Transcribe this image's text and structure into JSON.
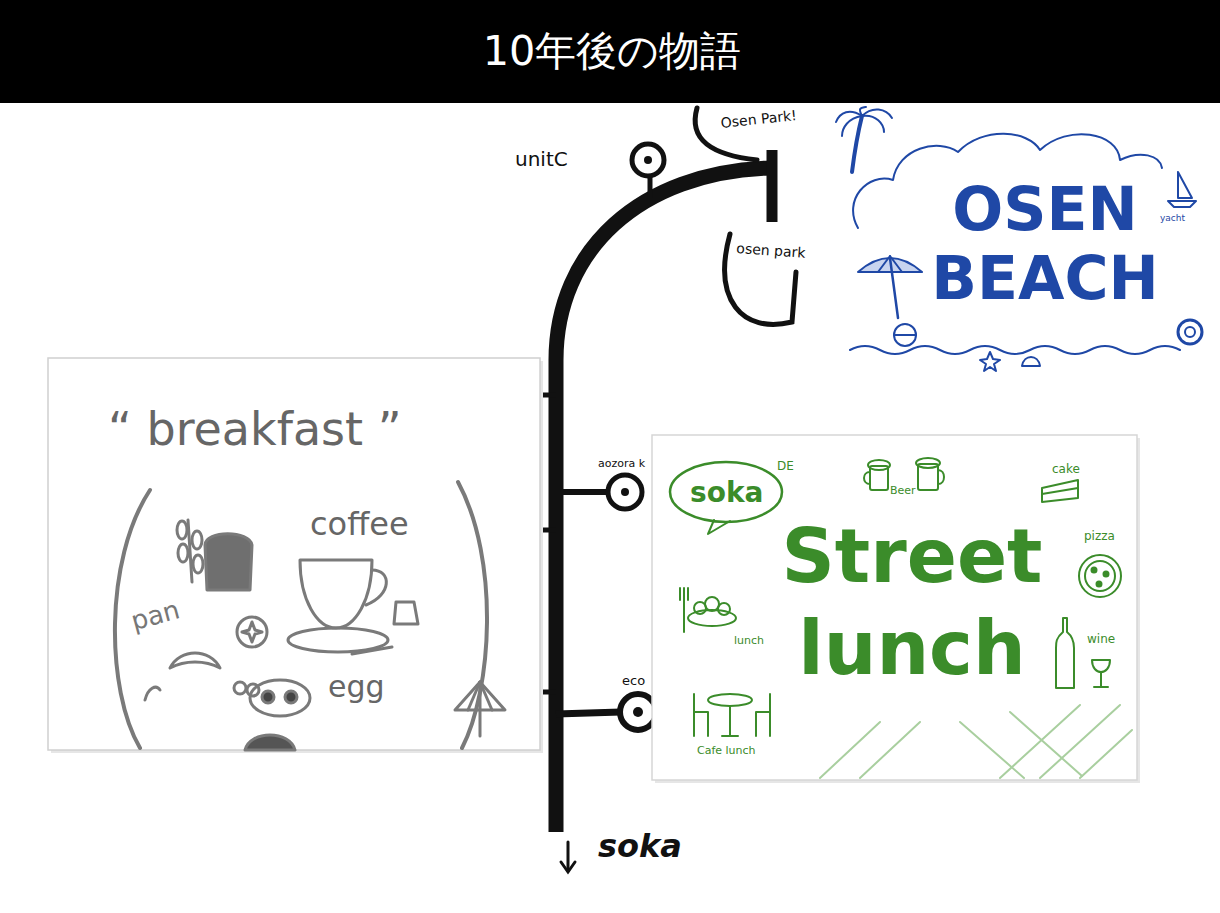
{
  "diagram": {
    "title": "10年後の物語",
    "nodes": [
      {
        "text": [
          "10年後の物語"
        ]
      },
      {
        "text": [
          "“ breakfast ”",
          "coffee",
          "pan",
          "egg"
        ]
      },
      {
        "text": [
          "soka",
          "DE",
          "Street lunch",
          "Beer",
          "cake",
          "pizza",
          "lunch",
          "wine",
          "Cafe lunch"
        ]
      },
      {
        "text": [
          "OSEN BEACH",
          "yacht"
        ]
      }
    ],
    "labels": [
      "unitC",
      "Osen Park!",
      "osen park",
      "aozora k",
      "eco",
      "soka"
    ]
  }
}
